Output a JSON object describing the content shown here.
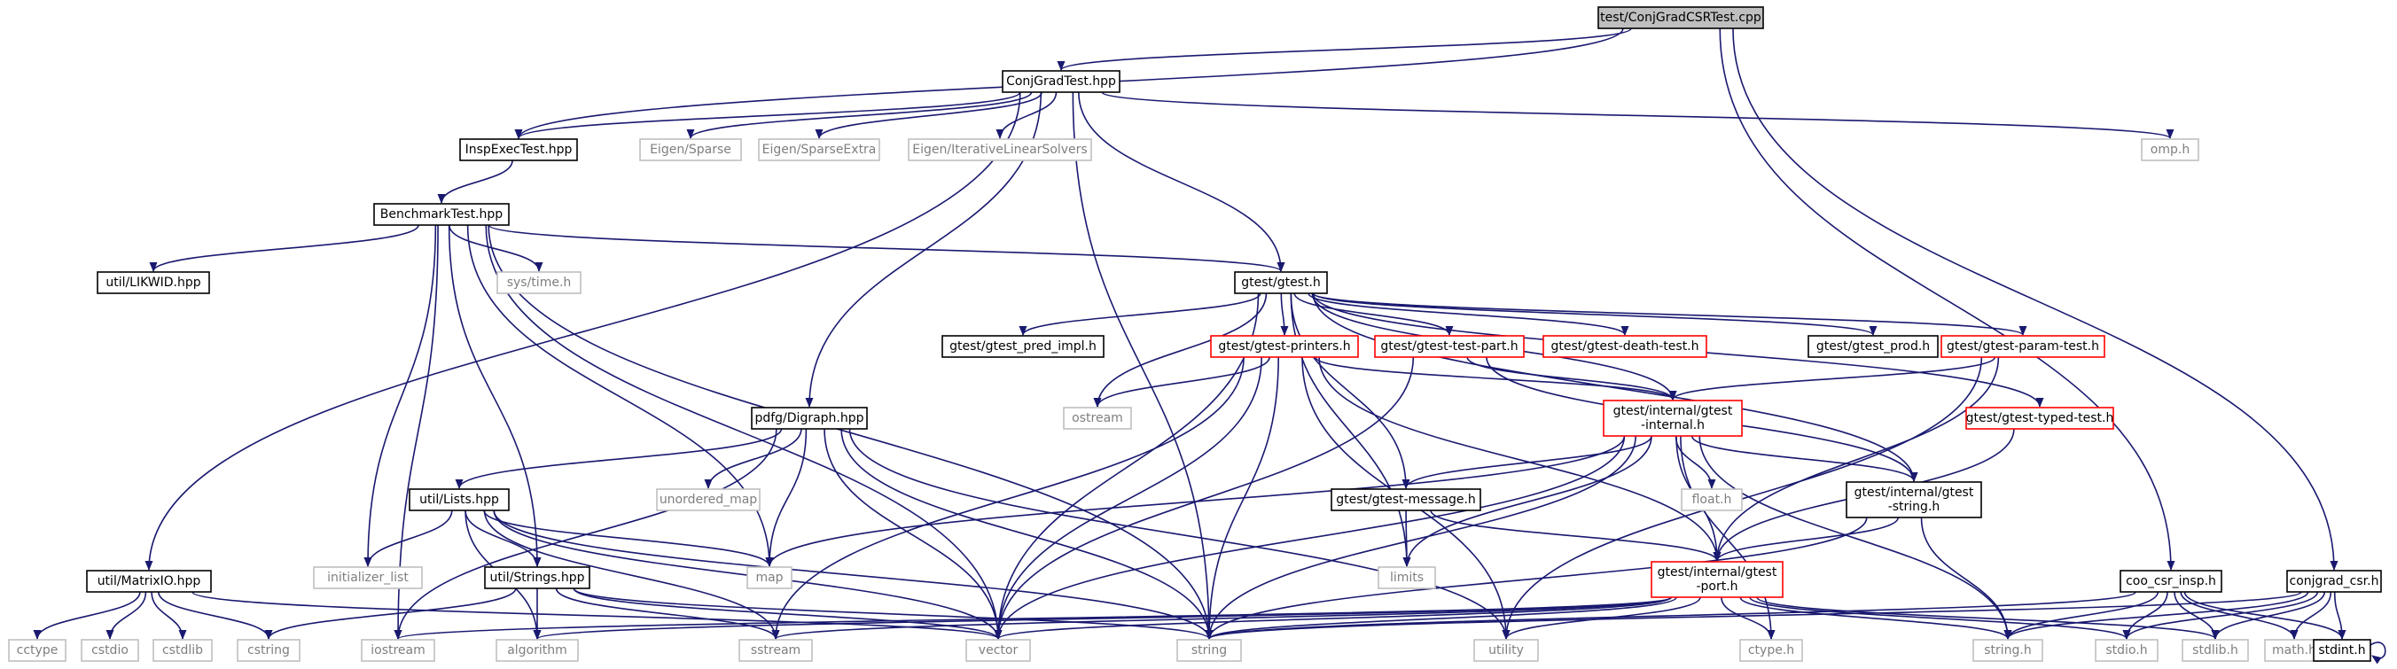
{
  "nodes": [
    {
      "id": "conjgradcsrtest",
      "lines": [
        "test/ConjGradCSRTest.cpp"
      ],
      "kind": "focus"
    },
    {
      "id": "conjgradtest",
      "lines": [
        "ConjGradTest.hpp"
      ],
      "kind": "local"
    },
    {
      "id": "inspexectest",
      "lines": [
        "InspExecTest.hpp"
      ],
      "kind": "local"
    },
    {
      "id": "eigen-sparse",
      "lines": [
        "Eigen/Sparse"
      ],
      "kind": "ext"
    },
    {
      "id": "eigen-sparseextra",
      "lines": [
        "Eigen/SparseExtra"
      ],
      "kind": "ext"
    },
    {
      "id": "eigen-iterative",
      "lines": [
        "Eigen/IterativeLinearSolvers"
      ],
      "kind": "ext"
    },
    {
      "id": "omp",
      "lines": [
        "omp.h"
      ],
      "kind": "ext"
    },
    {
      "id": "benchmarktest",
      "lines": [
        "BenchmarkTest.hpp"
      ],
      "kind": "local"
    },
    {
      "id": "likwid",
      "lines": [
        "util/LIKWID.hpp"
      ],
      "kind": "local"
    },
    {
      "id": "systime",
      "lines": [
        "sys/time.h"
      ],
      "kind": "ext"
    },
    {
      "id": "gtest",
      "lines": [
        "gtest/gtest.h"
      ],
      "kind": "local"
    },
    {
      "id": "pred-impl",
      "lines": [
        "gtest/gtest_pred_impl.h"
      ],
      "kind": "local"
    },
    {
      "id": "printers",
      "lines": [
        "gtest/gtest-printers.h"
      ],
      "kind": "trunc"
    },
    {
      "id": "test-part",
      "lines": [
        "gtest/gtest-test-part.h"
      ],
      "kind": "trunc"
    },
    {
      "id": "death-test",
      "lines": [
        "gtest/gtest-death-test.h"
      ],
      "kind": "trunc"
    },
    {
      "id": "gtest-prod",
      "lines": [
        "gtest/gtest_prod.h"
      ],
      "kind": "local"
    },
    {
      "id": "param-test",
      "lines": [
        "gtest/gtest-param-test.h"
      ],
      "kind": "trunc"
    },
    {
      "id": "typed-test",
      "lines": [
        "gtest/gtest-typed-test.h"
      ],
      "kind": "trunc"
    },
    {
      "id": "digraph",
      "lines": [
        "pdfg/Digraph.hpp"
      ],
      "kind": "local"
    },
    {
      "id": "ostream",
      "lines": [
        "ostream"
      ],
      "kind": "ext"
    },
    {
      "id": "internal",
      "lines": [
        "gtest/internal/gtest",
        "-internal.h"
      ],
      "kind": "trunc"
    },
    {
      "id": "unordered-map",
      "lines": [
        "unordered_map"
      ],
      "kind": "ext"
    },
    {
      "id": "lists",
      "lines": [
        "util/Lists.hpp"
      ],
      "kind": "local"
    },
    {
      "id": "message",
      "lines": [
        "gtest/gtest-message.h"
      ],
      "kind": "local"
    },
    {
      "id": "floath",
      "lines": [
        "float.h"
      ],
      "kind": "ext"
    },
    {
      "id": "internal-string",
      "lines": [
        "gtest/internal/gtest",
        "-string.h"
      ],
      "kind": "local"
    },
    {
      "id": "matrixio",
      "lines": [
        "util/MatrixIO.hpp"
      ],
      "kind": "local"
    },
    {
      "id": "initializer-list",
      "lines": [
        "initializer_list"
      ],
      "kind": "ext"
    },
    {
      "id": "strings",
      "lines": [
        "util/Strings.hpp"
      ],
      "kind": "local"
    },
    {
      "id": "map",
      "lines": [
        "map"
      ],
      "kind": "ext"
    },
    {
      "id": "limits",
      "lines": [
        "limits"
      ],
      "kind": "ext"
    },
    {
      "id": "port",
      "lines": [
        "gtest/internal/gtest",
        "-port.h"
      ],
      "kind": "trunc"
    },
    {
      "id": "coo-csr-insp",
      "lines": [
        "coo_csr_insp.h"
      ],
      "kind": "local"
    },
    {
      "id": "conjgrad-csr",
      "lines": [
        "conjgrad_csr.h"
      ],
      "kind": "local"
    },
    {
      "id": "cctype",
      "lines": [
        "cctype"
      ],
      "kind": "ext"
    },
    {
      "id": "cstdio",
      "lines": [
        "cstdio"
      ],
      "kind": "ext"
    },
    {
      "id": "cstdlib",
      "lines": [
        "cstdlib"
      ],
      "kind": "ext"
    },
    {
      "id": "cstring",
      "lines": [
        "cstring"
      ],
      "kind": "ext"
    },
    {
      "id": "iostream",
      "lines": [
        "iostream"
      ],
      "kind": "ext"
    },
    {
      "id": "algorithm",
      "lines": [
        "algorithm"
      ],
      "kind": "ext"
    },
    {
      "id": "sstream",
      "lines": [
        "sstream"
      ],
      "kind": "ext"
    },
    {
      "id": "vector",
      "lines": [
        "vector"
      ],
      "kind": "ext"
    },
    {
      "id": "string",
      "lines": [
        "string"
      ],
      "kind": "ext"
    },
    {
      "id": "utility",
      "lines": [
        "utility"
      ],
      "kind": "ext"
    },
    {
      "id": "ctypeh",
      "lines": [
        "ctype.h"
      ],
      "kind": "ext"
    },
    {
      "id": "stringh",
      "lines": [
        "string.h"
      ],
      "kind": "ext"
    },
    {
      "id": "stdioh",
      "lines": [
        "stdio.h"
      ],
      "kind": "ext"
    },
    {
      "id": "stdlibh",
      "lines": [
        "stdlib.h"
      ],
      "kind": "ext"
    },
    {
      "id": "mathh",
      "lines": [
        "math.h"
      ],
      "kind": "ext"
    },
    {
      "id": "stdinth",
      "lines": [
        "stdint.h"
      ],
      "kind": "local"
    }
  ],
  "edges": [
    [
      "conjgradcsrtest",
      "conjgradtest"
    ],
    [
      "conjgradcsrtest",
      "inspexectest"
    ],
    [
      "conjgradcsrtest",
      "coo-csr-insp"
    ],
    [
      "conjgradcsrtest",
      "conjgrad-csr"
    ],
    [
      "conjgradtest",
      "inspexectest"
    ],
    [
      "conjgradtest",
      "eigen-sparse"
    ],
    [
      "conjgradtest",
      "eigen-sparseextra"
    ],
    [
      "conjgradtest",
      "eigen-iterative"
    ],
    [
      "conjgradtest",
      "omp"
    ],
    [
      "conjgradtest",
      "gtest"
    ],
    [
      "conjgradtest",
      "digraph"
    ],
    [
      "conjgradtest",
      "matrixio"
    ],
    [
      "conjgradtest",
      "string"
    ],
    [
      "inspexectest",
      "benchmarktest"
    ],
    [
      "benchmarktest",
      "likwid"
    ],
    [
      "benchmarktest",
      "systime"
    ],
    [
      "benchmarktest",
      "gtest"
    ],
    [
      "benchmarktest",
      "iostream"
    ],
    [
      "benchmarktest",
      "initializer-list"
    ],
    [
      "benchmarktest",
      "strings"
    ],
    [
      "benchmarktest",
      "map"
    ],
    [
      "benchmarktest",
      "vector"
    ],
    [
      "benchmarktest",
      "string"
    ],
    [
      "gtest",
      "pred-impl"
    ],
    [
      "gtest",
      "printers"
    ],
    [
      "gtest",
      "test-part"
    ],
    [
      "gtest",
      "death-test"
    ],
    [
      "gtest",
      "gtest-prod"
    ],
    [
      "gtest",
      "param-test"
    ],
    [
      "gtest",
      "typed-test"
    ],
    [
      "gtest",
      "ostream"
    ],
    [
      "gtest",
      "internal"
    ],
    [
      "gtest",
      "message"
    ],
    [
      "gtest",
      "internal-string"
    ],
    [
      "gtest",
      "limits"
    ],
    [
      "gtest",
      "vector"
    ],
    [
      "printers",
      "ostream"
    ],
    [
      "printers",
      "internal"
    ],
    [
      "printers",
      "sstream"
    ],
    [
      "printers",
      "string"
    ],
    [
      "printers",
      "utility"
    ],
    [
      "printers",
      "vector"
    ],
    [
      "printers",
      "port"
    ],
    [
      "test-part",
      "internal"
    ],
    [
      "test-part",
      "internal-string"
    ],
    [
      "test-part",
      "vector"
    ],
    [
      "param-test",
      "internal"
    ],
    [
      "param-test",
      "port"
    ],
    [
      "param-test",
      "utility"
    ],
    [
      "typed-test",
      "port"
    ],
    [
      "digraph",
      "lists"
    ],
    [
      "digraph",
      "unordered-map"
    ],
    [
      "digraph",
      "map"
    ],
    [
      "digraph",
      "iostream"
    ],
    [
      "digraph",
      "vector"
    ],
    [
      "digraph",
      "string"
    ],
    [
      "digraph",
      "utility"
    ],
    [
      "internal",
      "message"
    ],
    [
      "internal",
      "floath"
    ],
    [
      "internal",
      "internal-string"
    ],
    [
      "internal",
      "port"
    ],
    [
      "internal",
      "map"
    ],
    [
      "internal",
      "limits"
    ],
    [
      "internal",
      "ctypeh"
    ],
    [
      "internal",
      "stringh"
    ],
    [
      "internal",
      "vector"
    ],
    [
      "internal",
      "string"
    ],
    [
      "lists",
      "initializer-list"
    ],
    [
      "lists",
      "strings"
    ],
    [
      "lists",
      "map"
    ],
    [
      "lists",
      "algorithm"
    ],
    [
      "lists",
      "sstream"
    ],
    [
      "lists",
      "vector"
    ],
    [
      "lists",
      "string"
    ],
    [
      "message",
      "limits"
    ],
    [
      "message",
      "port"
    ],
    [
      "internal-string",
      "port"
    ],
    [
      "internal-string",
      "stringh"
    ],
    [
      "internal-string",
      "string"
    ],
    [
      "matrixio",
      "cctype"
    ],
    [
      "matrixio",
      "cstdio"
    ],
    [
      "matrixio",
      "cstdlib"
    ],
    [
      "matrixio",
      "cstring"
    ],
    [
      "matrixio",
      "vector"
    ],
    [
      "strings",
      "algorithm"
    ],
    [
      "strings",
      "cstring"
    ],
    [
      "strings",
      "sstream"
    ],
    [
      "strings",
      "vector"
    ],
    [
      "strings",
      "string"
    ],
    [
      "port",
      "ctypeh"
    ],
    [
      "port",
      "stdlibh"
    ],
    [
      "port",
      "stdioh"
    ],
    [
      "port",
      "stringh"
    ],
    [
      "port",
      "iostream"
    ],
    [
      "port",
      "utility"
    ],
    [
      "port",
      "sstream"
    ],
    [
      "port",
      "vector"
    ],
    [
      "port",
      "string"
    ],
    [
      "port",
      "algorithm"
    ],
    [
      "coo-csr-insp",
      "stdioh"
    ],
    [
      "coo-csr-insp",
      "stdlibh"
    ],
    [
      "coo-csr-insp",
      "mathh"
    ],
    [
      "coo-csr-insp",
      "stdinth"
    ],
    [
      "coo-csr-insp",
      "stringh"
    ],
    [
      "coo-csr-insp",
      "string"
    ],
    [
      "conjgrad-csr",
      "stdioh"
    ],
    [
      "conjgrad-csr",
      "stdlibh"
    ],
    [
      "conjgrad-csr",
      "mathh"
    ],
    [
      "conjgrad-csr",
      "stdinth"
    ],
    [
      "conjgrad-csr",
      "stringh"
    ],
    [
      "conjgrad-csr",
      "string"
    ],
    [
      "stdinth",
      "stdinth"
    ]
  ]
}
